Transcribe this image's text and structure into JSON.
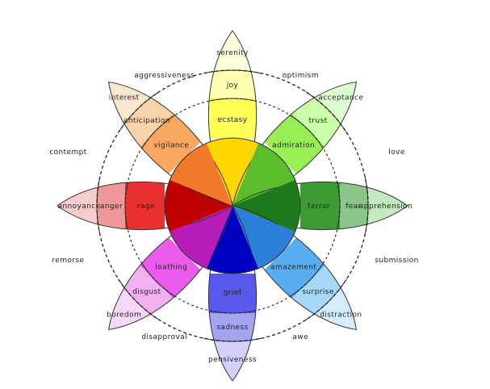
{
  "petals": [
    {
      "id": "joy",
      "outer": "serenity",
      "middle": "joy",
      "inner": "ecstasy",
      "colors": {
        "outer": "#ffffb1",
        "middle": "#ffff55",
        "inner": "#ffd700"
      }
    },
    {
      "id": "trust",
      "outer": "acceptance",
      "middle": "trust",
      "inner": "admiration",
      "colors": {
        "outer": "#ccffaa",
        "middle": "#99ee55",
        "inner": "#5bbd2b"
      }
    },
    {
      "id": "fear",
      "outer": "apprehension",
      "middle": "fear",
      "inner": "terror",
      "colors": {
        "outer": "#8cc68a",
        "middle": "#3c9b34",
        "inner": "#1f7a1f"
      }
    },
    {
      "id": "surprise",
      "outer": "distraction",
      "middle": "surprise",
      "inner": "amazement",
      "colors": {
        "outer": "#a6d8f8",
        "middle": "#5aaef0",
        "inner": "#2a7fd8"
      }
    },
    {
      "id": "sadness",
      "outer": "pensiveness",
      "middle": "sadness",
      "inner": "grief",
      "colors": {
        "outer": "#a3a3f0",
        "middle": "#5858ec",
        "inner": "#0000c0"
      }
    },
    {
      "id": "disgust",
      "outer": "boredom",
      "middle": "disgust",
      "inner": "loathing",
      "colors": {
        "outer": "#f2b2f2",
        "middle": "#ec5cec",
        "inner": "#b81cb8"
      }
    },
    {
      "id": "anger",
      "outer": "annoyance",
      "middle": "anger",
      "inner": "rage",
      "colors": {
        "outer": "#ee9999",
        "middle": "#e83030",
        "inner": "#c00000"
      }
    },
    {
      "id": "anticipation",
      "outer": "interest",
      "middle": "anticipation",
      "inner": "vigilance",
      "colors": {
        "outer": "#f8d2a8",
        "middle": "#f8a860",
        "inner": "#f07a2a"
      }
    }
  ],
  "tip_colors": [
    "#ffffdd",
    "#ddffd0",
    "#c4e8c2",
    "#d4ecfc",
    "#d0d0f8",
    "#f8d8f8",
    "#f6cccc",
    "#fbe6d0"
  ],
  "dyads": [
    {
      "text": "optimism"
    },
    {
      "text": "love"
    },
    {
      "text": "submission"
    },
    {
      "text": "awe"
    },
    {
      "text": "disapproval"
    },
    {
      "text": "remorse"
    },
    {
      "text": "contempt"
    },
    {
      "text": "aggressiveness"
    }
  ]
}
